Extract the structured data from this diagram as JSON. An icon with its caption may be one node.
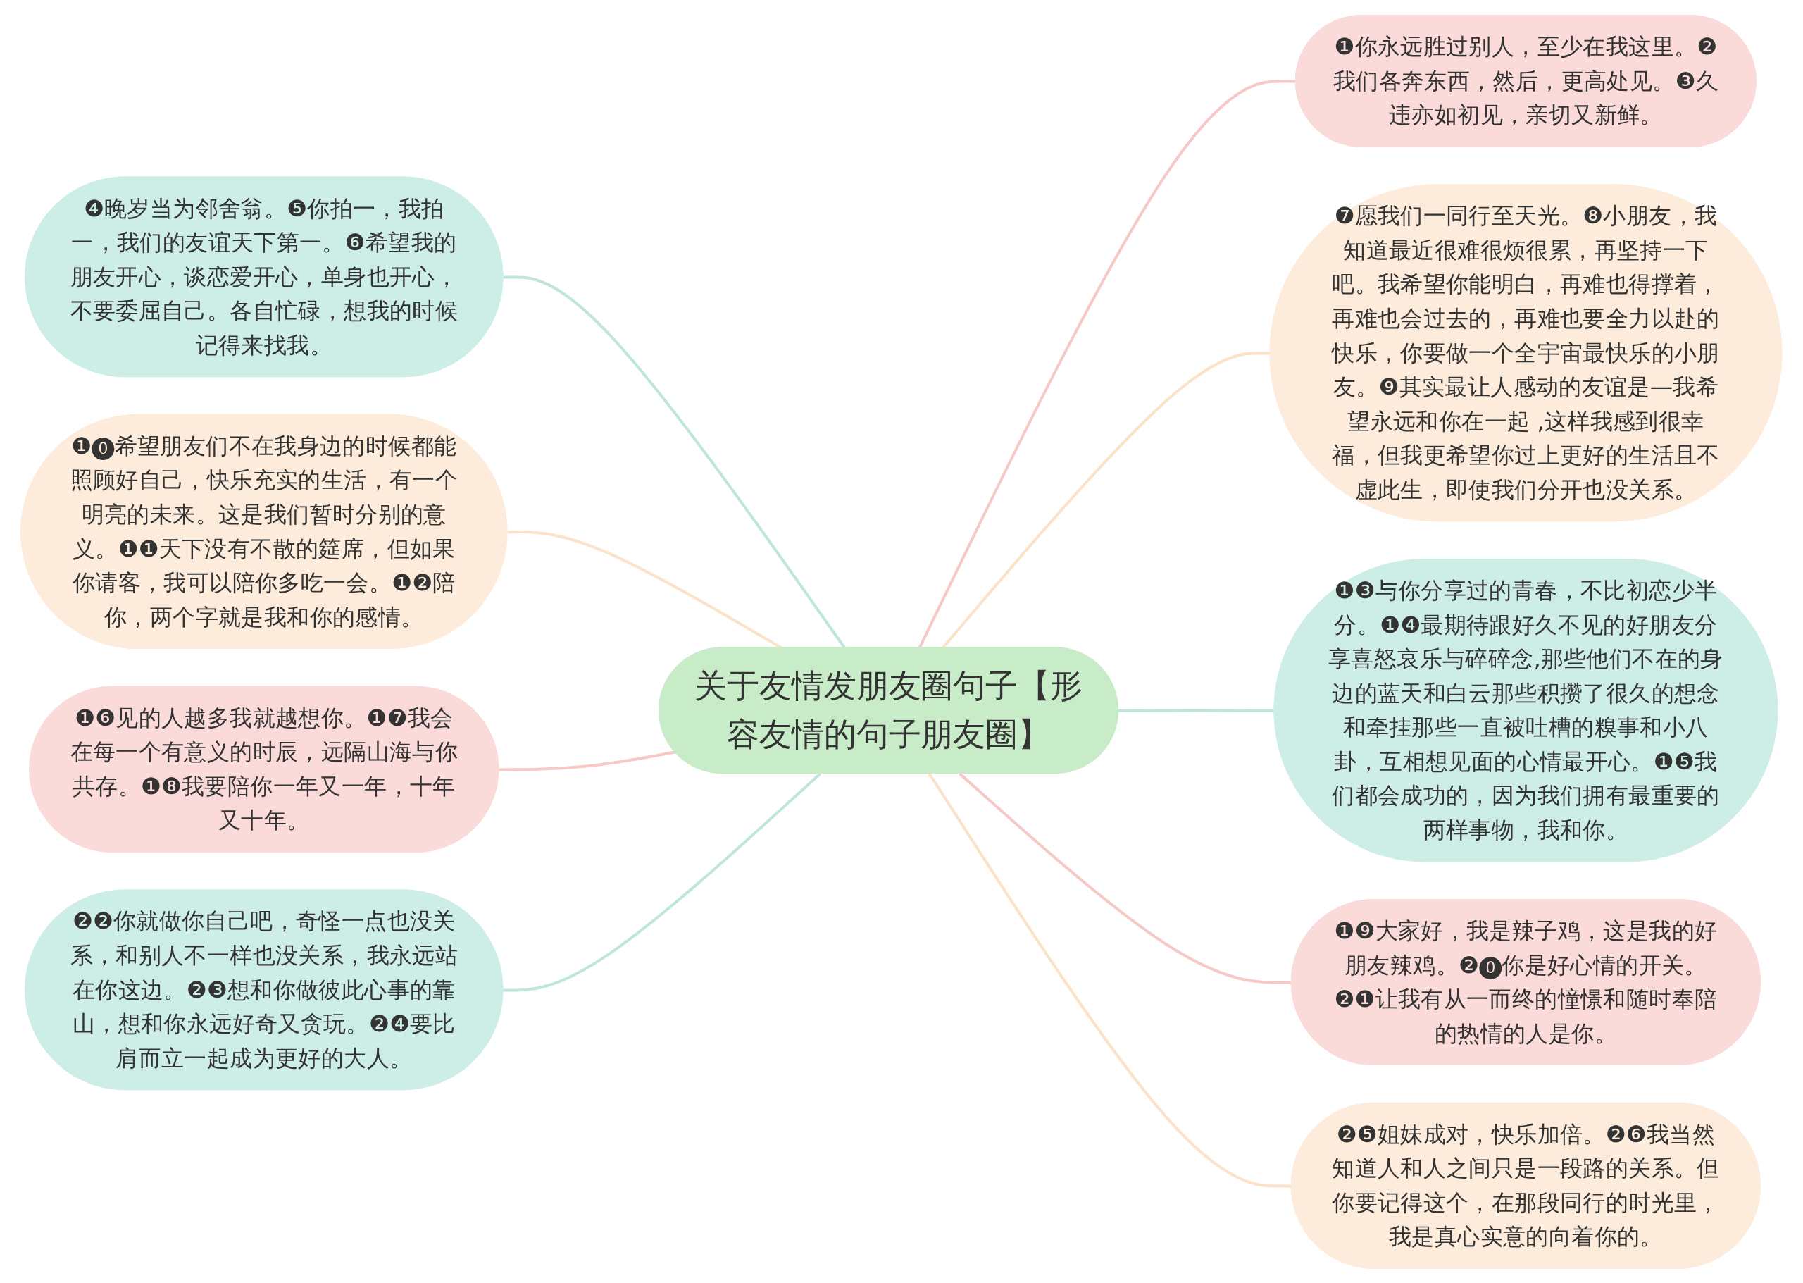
{
  "diagram": {
    "nodes": [
      {
        "text": [
          "关于友情发朋友圈句子【形容友情的句子朋友圈】"
        ]
      },
      {
        "text": [
          "❶你永远胜过别人，至少在我这里。❷我们各奔东西，然后，更高处见。❸久违亦如初见，亲切又新鲜。"
        ]
      },
      {
        "text": [
          "❹晚岁当为邻舍翁。❺你拍一，我拍一，我们的友谊天下第一。❻希望我的朋友开心，谈恋爱开心，单身也开心，不要委屈自己。各自忙碌，想我的时候记得来找我。"
        ]
      },
      {
        "text": [
          "❼愿我们一同行至天光。❽小朋友，我知道最近很难很烦很累，再坚持一下吧。我希望你能明白，再难也得撑着，再难也会过去的，再难也要全力以赴的快乐，你要做一个全宇宙最快乐的小朋友。❾其实最让人感动的友谊是—我希望永远和你在一起 ,这样我感到很幸福，但我更希望你过上更好的生活且不虚此生，即使我们分开也没关系。"
        ]
      },
      {
        "text": [
          "❶⓿希望朋友们不在我身边的时候都能照顾好自己，快乐充实的生活，有一个明亮的未来。这是我们暂时分别的意义。❶❶天下没有不散的筵席，但如果你请客，我可以陪你多吃一会。❶❷陪你，两个字就是我和你的感情。"
        ]
      },
      {
        "text": [
          "❶❸与你分享过的青春，不比初恋少半分。❶❹最期待跟好久不见的好朋友分享喜怒哀乐与碎碎念,那些他们不在的身边的蓝天和白云那些积攒了很久的想念和牵挂那些一直被吐槽的糗事和小八卦，互相想见面的心情最开心。❶❺我们都会成功的，因为我们拥有最重要的两样事物，我和你。"
        ]
      },
      {
        "text": [
          "❶❻见的人越多我就越想你。❶❼我会在每一个有意义的时辰，远隔山海与你共存。❶❽我要陪你一年又一年，十年又十年。"
        ]
      },
      {
        "text": [
          "❶❾大家好，我是辣子鸡，这是我的好朋友辣鸡。❷⓿你是好心情的开关。❷❶让我有从一而终的憧憬和随时奉陪的热情的人是你。"
        ]
      },
      {
        "text": [
          "❷❷你就做你自己吧，奇怪一点也没关系，和别人不一样也没关系，我永远站在你这边。❷❸想和你做彼此心事的靠山，想和你永远好奇又贪玩。❷❹要比肩而立一起成为更好的大人。"
        ]
      },
      {
        "text": [
          "❷❺姐妹成对，快乐加倍。❷❻我当然知道人和人之间只是一段路的关系。但你要记得这个，在那段同行的时光里，我是真心实意的向着你的。"
        ]
      }
    ],
    "edges": [
      {
        "from": 0,
        "to": 1,
        "arrow": "none",
        "color": "#f6c9c6"
      },
      {
        "from": 0,
        "to": 2,
        "arrow": "none",
        "color": "#bfe6de"
      },
      {
        "from": 0,
        "to": 3,
        "arrow": "none",
        "color": "#fbe2c8"
      },
      {
        "from": 0,
        "to": 4,
        "arrow": "none",
        "color": "#fbe2c8"
      },
      {
        "from": 0,
        "to": 5,
        "arrow": "none",
        "color": "#bfe6de"
      },
      {
        "from": 0,
        "to": 6,
        "arrow": "none",
        "color": "#f6c9c6"
      },
      {
        "from": 0,
        "to": 7,
        "arrow": "none",
        "color": "#f6c9c6"
      },
      {
        "from": 0,
        "to": 8,
        "arrow": "none",
        "color": "#bfe6de"
      },
      {
        "from": 0,
        "to": 9,
        "arrow": "none",
        "color": "#fbe2c8"
      }
    ]
  }
}
